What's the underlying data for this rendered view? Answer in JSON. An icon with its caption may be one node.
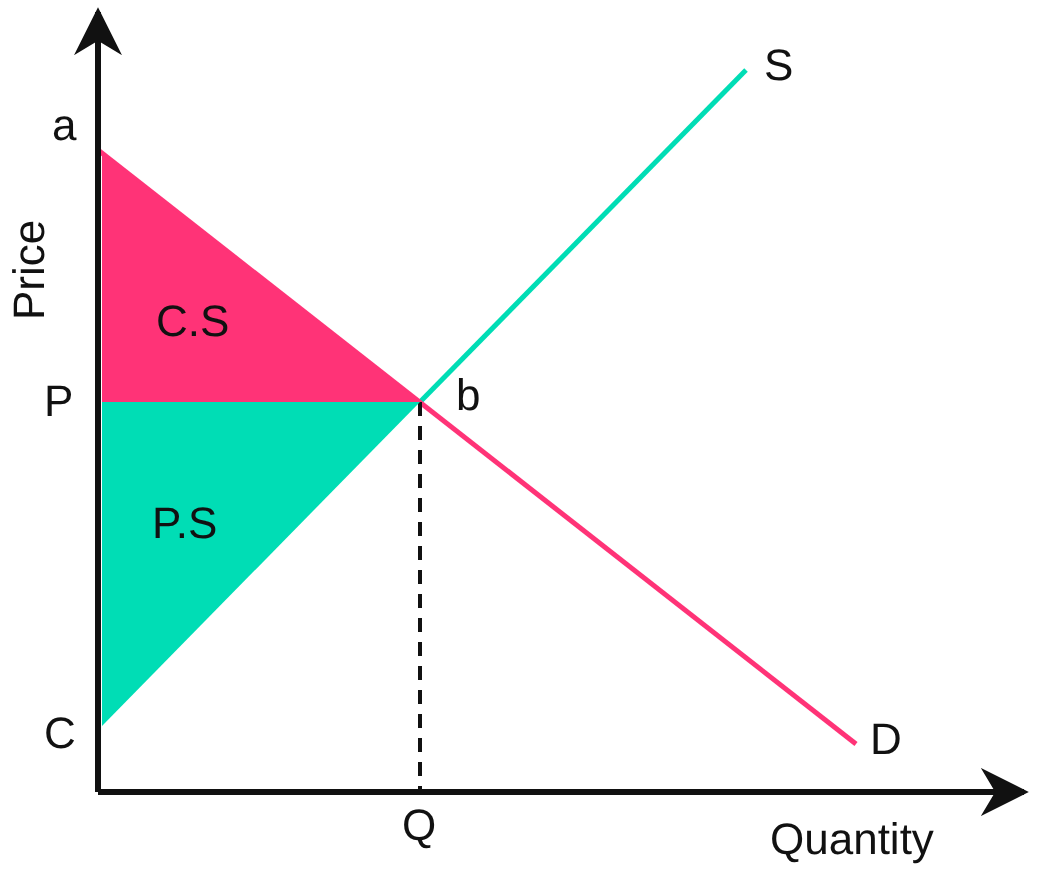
{
  "diagram": {
    "nodes": [
      {
        "text": [
          "C.S"
        ]
      },
      {
        "text": [
          "P.S"
        ]
      }
    ],
    "labels": [
      "S",
      "a",
      "Price",
      "P",
      "b",
      "C",
      "D",
      "Q",
      "Quantity"
    ]
  }
}
